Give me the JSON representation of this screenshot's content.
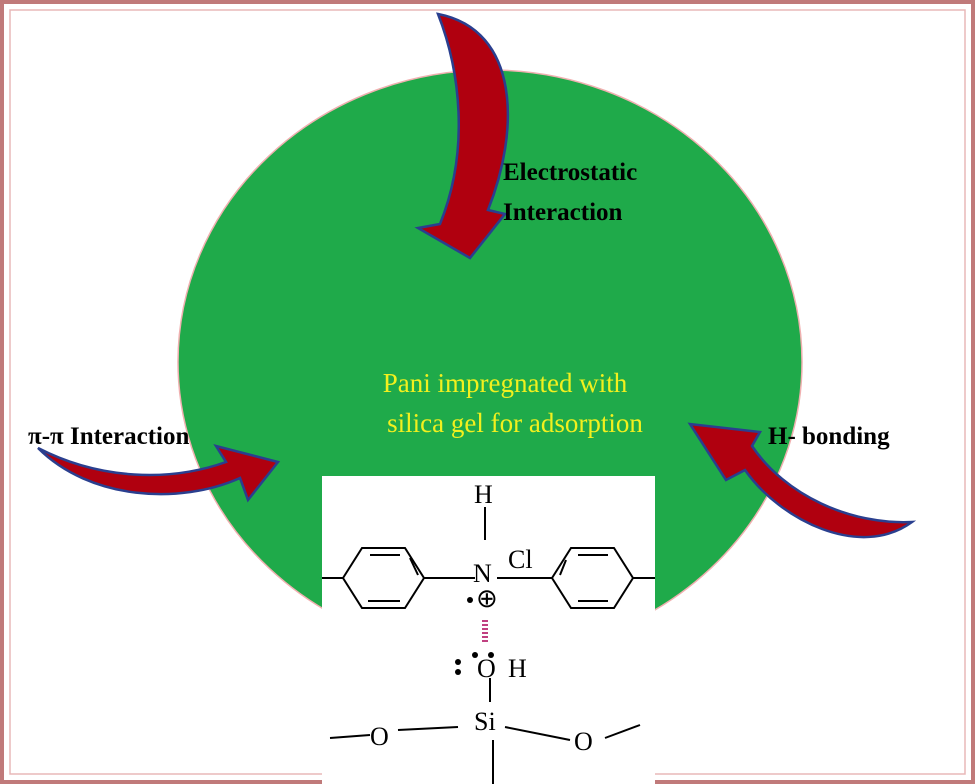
{
  "labels": {
    "electrostatic_line1": "Electrostatic",
    "electrostatic_line2": "Interaction",
    "center_line1": "Pani impregnated with",
    "center_line2": "silica gel for adsorption",
    "pi_pi": "π-π Interaction",
    "h_bonding": "H- bonding"
  },
  "chem": {
    "h_top": "H",
    "n": "N",
    "cl": "Cl",
    "plus": "⊕",
    "o": "O",
    "h_oh": "H",
    "si": "Si",
    "o_left": "O",
    "o_right": "O"
  },
  "colors": {
    "blob": "#1faa4a",
    "arrow": "#b0000f",
    "arrow_outline": "#2a3f8f",
    "center_text": "#f2f01e",
    "frame": "#c07a7a"
  }
}
